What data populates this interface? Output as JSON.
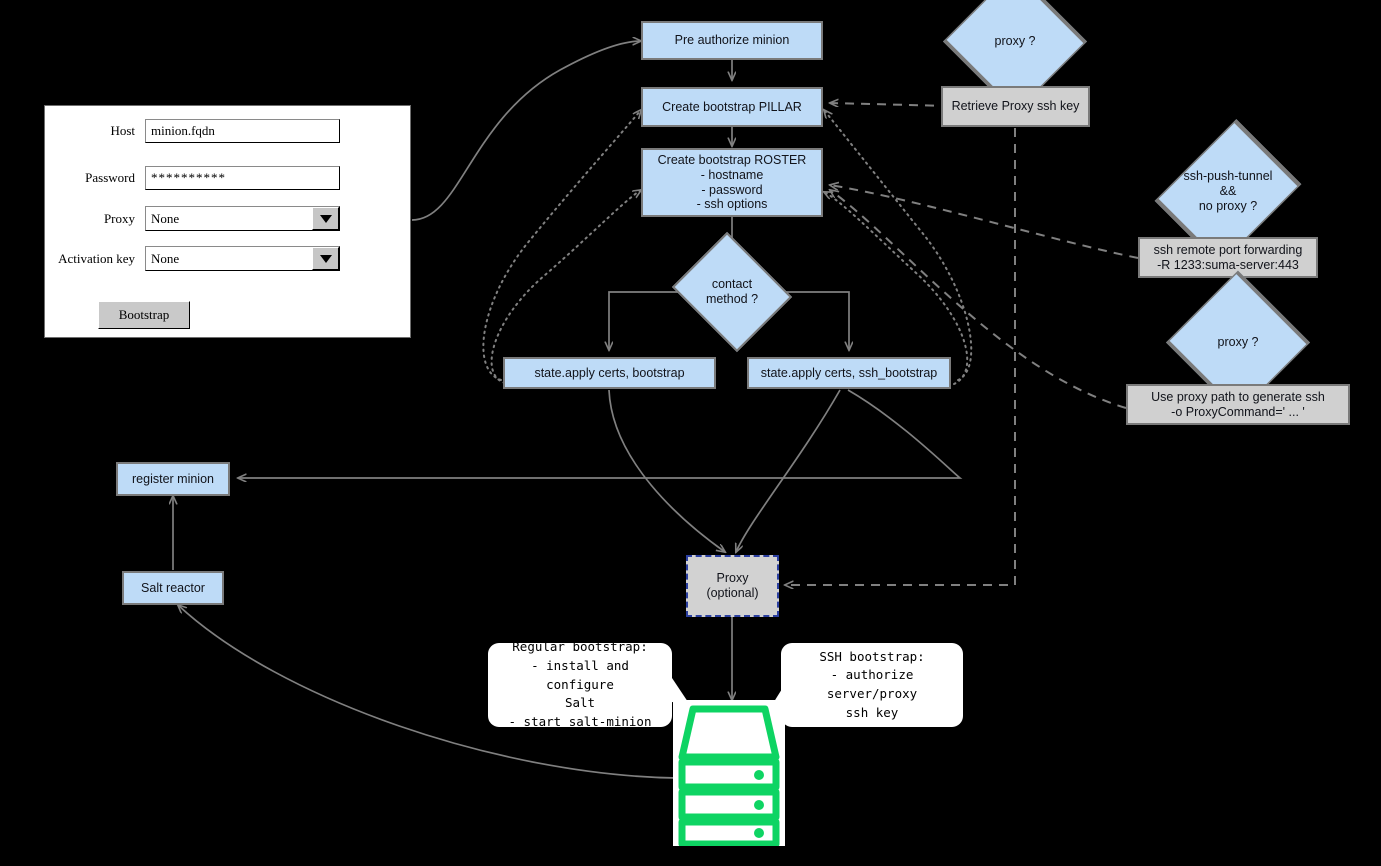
{
  "form": {
    "fields": [
      {
        "label": "Host",
        "value": "minion.fqdn",
        "type": "text"
      },
      {
        "label": "Password",
        "value": "**********",
        "type": "password"
      },
      {
        "label": "Proxy",
        "value": "None",
        "type": "select"
      },
      {
        "label": "Activation key",
        "value": "None",
        "type": "select"
      }
    ],
    "submit_label": "Bootstrap"
  },
  "nodes": {
    "pre_authorize": "Pre authorize minion",
    "create_pillar": "Create bootstrap PILLAR",
    "create_roster_title": "Create bootstrap ROSTER",
    "create_roster_l1": "- hostname",
    "create_roster_l2": "- password",
    "create_roster_l3": "- ssh options",
    "contact_method_l1": "contact",
    "contact_method_l2": "method ?",
    "state_apply_bootstrap": "state.apply certs, bootstrap",
    "state_apply_ssh_bootstrap": "state.apply certs, ssh_bootstrap",
    "proxy_q_top": "proxy ?",
    "retrieve_proxy_key": "Retrieve Proxy ssh key",
    "ssh_push_l1": "ssh-push-tunnel",
    "ssh_push_l2": "&&",
    "ssh_push_l3": "no proxy ?",
    "ssh_remote_l1": "ssh remote port forwarding",
    "ssh_remote_l2": "-R 1233:suma-server:443",
    "proxy_q_bottom": "proxy ?",
    "use_proxy_path_l1": "Use proxy path to generate ssh",
    "use_proxy_path_l2": "-o ProxyCommand=' ... '",
    "register_minion": "register minion",
    "salt_reactor": "Salt reactor",
    "proxy_l1": "Proxy",
    "proxy_l2": "(optional)"
  },
  "callouts": {
    "regular": {
      "l1": "Regular bootstrap:",
      "l2": "- install and configure",
      "l3": "Salt",
      "l4": "- start salt-minion"
    },
    "ssh": {
      "l1": "SSH bootstrap:",
      "l2": "- authorize server/proxy",
      "l3": "ssh key"
    }
  },
  "icons": {
    "server": "server-rack-icon",
    "dropdown": "chevron-down-icon"
  },
  "colors": {
    "node_blue": "#bedbf7",
    "node_gray": "#d0d0d0",
    "border_gray": "#7a7a7a",
    "edge_gray": "#808080",
    "proxy_border_blue": "#2b3fa0",
    "server_green": "#0ed463",
    "background": "#000000"
  }
}
